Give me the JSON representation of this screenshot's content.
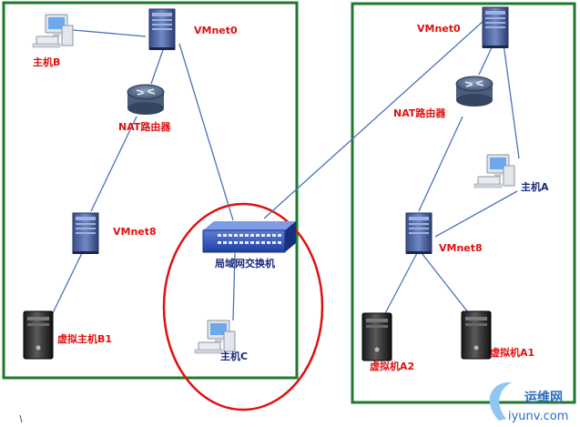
{
  "left_network": {
    "host_b": "主机B",
    "vmnet0": "VMnet0",
    "nat_router": "NAT路由器",
    "vmnet8": "VMnet8",
    "vm_b1": "虚拟主机B1"
  },
  "lan": {
    "switch": "局域网交换机",
    "host_c": "主机C"
  },
  "right_network": {
    "vmnet0": "VMnet0",
    "nat_router": "NAT路由器",
    "host_a": "主机A",
    "vmnet8": "VMnet8",
    "vm_a2": "虚拟机A2",
    "vm_a1": "虚拟机A1"
  },
  "watermark": {
    "site_name": "运维网",
    "url": "iyunv.com"
  },
  "colors": {
    "frame_green": "#1e7a2c",
    "ellipse_red": "#e01010",
    "label_red": "#e01010",
    "link_blue": "#4a72b8"
  },
  "icons": {
    "pc": "desktop-computer-icon",
    "server": "tower-server-icon",
    "router": "router-icon",
    "switch": "network-switch-icon",
    "vm": "vm-tower-icon"
  }
}
